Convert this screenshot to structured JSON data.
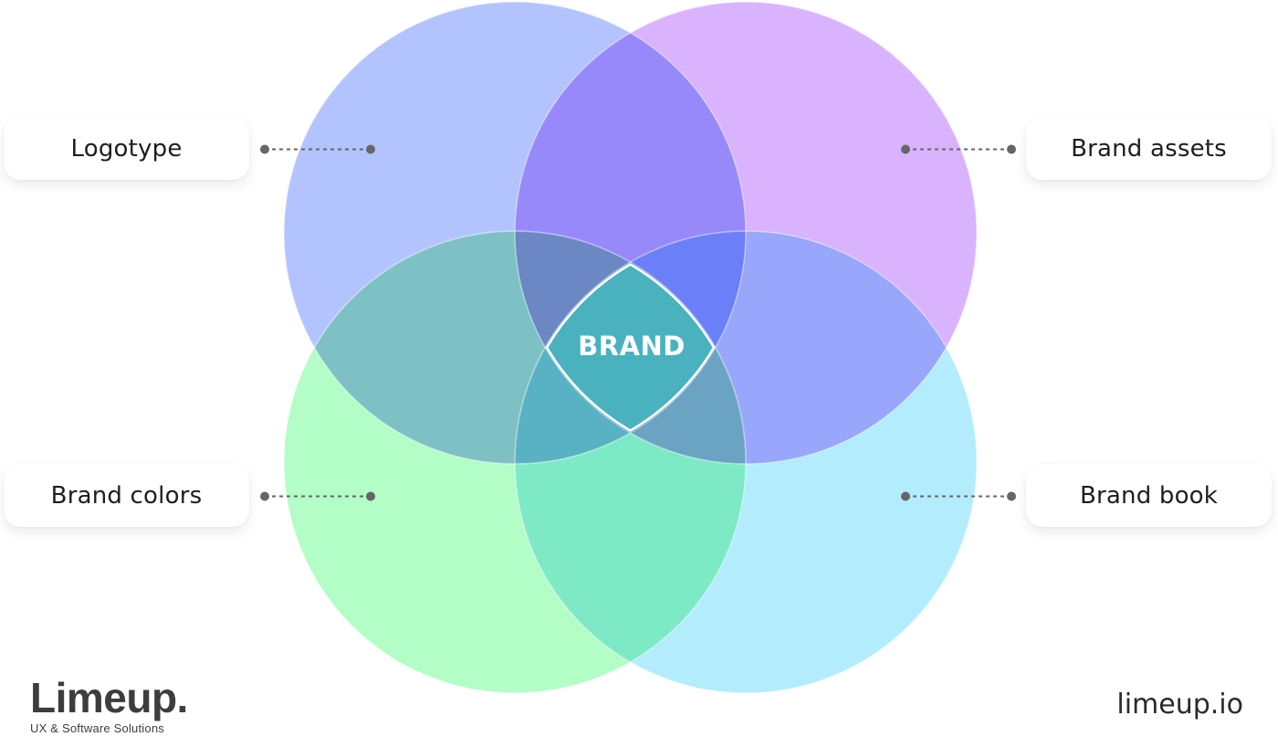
{
  "diagram": {
    "type": "venn",
    "center_label": "BRAND",
    "sets": [
      {
        "id": "logotype",
        "label": "Logotype",
        "color": "#b3c3fd",
        "position": "top-left"
      },
      {
        "id": "brand-assets",
        "label": "Brand assets",
        "color": "#d9b3fd",
        "position": "top-right"
      },
      {
        "id": "brand-colors",
        "label": "Brand colors",
        "color": "#b3fdc7",
        "position": "bottom-left"
      },
      {
        "id": "brand-book",
        "label": "Brand book",
        "color": "#b3ecfd",
        "position": "bottom-right"
      }
    ],
    "connector_color": "#666666"
  },
  "labels": {
    "logotype": "Logotype",
    "brand_assets": "Brand assets",
    "brand_colors": "Brand colors",
    "brand_book": "Brand book"
  },
  "footer": {
    "logo_name": "Limeup.",
    "logo_tagline": "UX & Software Solutions",
    "site_url": "limeup.io"
  }
}
